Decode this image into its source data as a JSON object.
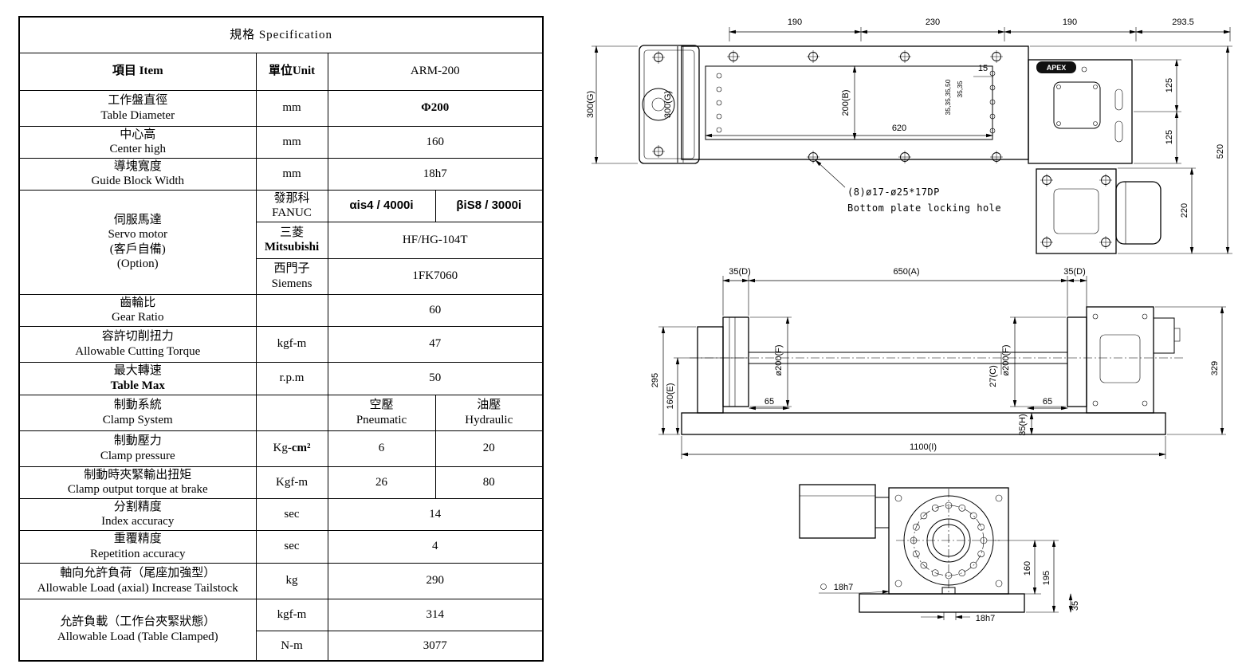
{
  "doc": {
    "title": "規格 Specification",
    "header": {
      "item": "項目 Item",
      "unit": "單位Unit",
      "model": "ARM-200"
    },
    "rows": {
      "diameter": {
        "zh": "工作盤直徑",
        "en": "Table Diameter",
        "unit": "mm",
        "value": "Φ200"
      },
      "center_high": {
        "zh": "中心高",
        "en": "Center high",
        "unit": "mm",
        "value": "160"
      },
      "guide_block": {
        "zh": "導塊寬度",
        "en": "Guide Block Width",
        "unit": "mm",
        "value": "18h7"
      },
      "servo": {
        "zh": "伺服馬達",
        "en": "Servo motor",
        "opt_zh": "(客戶自備)",
        "opt_en": "(Option)",
        "fanuc_zh": "發那科",
        "fanuc_en": "FANUC",
        "fanuc_v1": "αis4 / 4000i",
        "fanuc_v2": "βiS8 / 3000i",
        "mit_zh": "三菱",
        "mit_en": "Mitsubishi",
        "mit_v": "HF/HG-104T",
        "sie_zh": "西門子",
        "sie_en": "Siemens",
        "sie_v": "1FK7060"
      },
      "gear_ratio": {
        "zh": "齒輪比",
        "en": "Gear Ratio",
        "value": "60"
      },
      "cutting_torque": {
        "zh": "容許切削扭力",
        "en": "Allowable Cutting Torque",
        "unit": "kgf-m",
        "value": "47"
      },
      "table_max": {
        "zh": "最大轉速",
        "en": "Table Max",
        "unit": "r.p.m",
        "value": "50"
      },
      "clamp_system": {
        "zh": "制動系統",
        "en": "Clamp System",
        "v1_zh": "空壓",
        "v1_en": "Pneumatic",
        "v2_zh": "油壓",
        "v2_en": "Hydraulic"
      },
      "clamp_pressure": {
        "zh": "制動壓力",
        "en": "Clamp pressure",
        "unit_a": "Kg-",
        "unit_b": "cm²",
        "v1": "6",
        "v2": "20"
      },
      "clamp_torque": {
        "zh": "制動時夾緊輸出扭矩",
        "en": "Clamp output torque at brake",
        "unit": "Kgf-m",
        "v1": "26",
        "v2": "80"
      },
      "index_accuracy": {
        "zh": "分割精度",
        "en": "Index accuracy",
        "unit": "sec",
        "value": "14"
      },
      "repetition_accuracy": {
        "zh": "重覆精度",
        "en": "Repetition accuracy",
        "unit": "sec",
        "value": "4"
      },
      "axial_load": {
        "zh": "軸向允許負荷（尾座加強型）",
        "en": "Allowable Load (axial) Increase Tailstock",
        "unit": "kg",
        "value": "290"
      },
      "allowable_load": {
        "zh": "允許負載（工作台夾緊狀態）",
        "en": "Allowable Load (Table Clamped)",
        "unit1": "kgf-m",
        "v1": "314",
        "unit2": "N-m",
        "v2": "3077"
      }
    }
  },
  "drawings": {
    "logo": "APEX",
    "top": {
      "d190a": "190",
      "d230": "230",
      "d190b": "190",
      "d2935": "293.5",
      "d15": "15",
      "g_left": "300(G)",
      "g_inner": "300(G)",
      "b200": "200(B)",
      "d620": "620",
      "holes1": "35,35,35,50",
      "holes2": "35,35",
      "r125a": "125",
      "r125b": "125",
      "r520": "520",
      "r220": "220",
      "note1": "(8)ø17-ø25*17DP",
      "note2": "Bottom plate locking hole"
    },
    "side": {
      "d35l": "35(D)",
      "a650": "650(A)",
      "d35r": "35(D)",
      "h295": "295",
      "e160": "160(E)",
      "f1": "ø200(F)",
      "f2": "ø200(F)",
      "c27": "27(C)",
      "d65l": "65",
      "d65r": "65",
      "h35": "35(H)",
      "i1100": "1100(I)",
      "r329": "329"
    },
    "front": {
      "d160": "160",
      "d195": "195",
      "k_bottom": "18h7",
      "k_left": "18h7",
      "d35": "35"
    }
  }
}
